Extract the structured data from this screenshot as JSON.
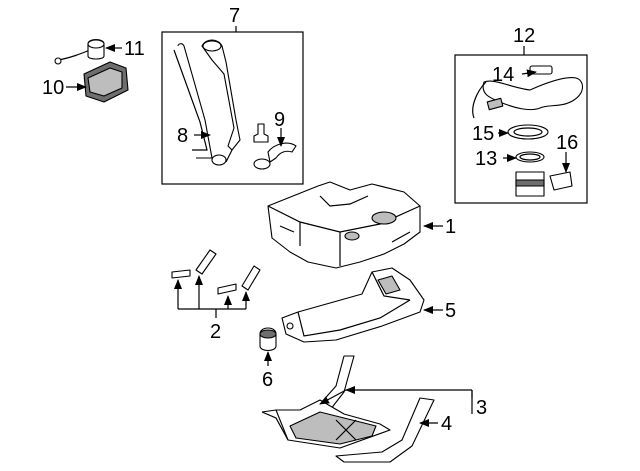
{
  "callouts": [
    {
      "id": "1",
      "label": "1"
    },
    {
      "id": "2",
      "label": "2"
    },
    {
      "id": "3",
      "label": "3"
    },
    {
      "id": "4",
      "label": "4"
    },
    {
      "id": "5",
      "label": "5"
    },
    {
      "id": "6",
      "label": "6"
    },
    {
      "id": "7",
      "label": "7"
    },
    {
      "id": "8",
      "label": "8"
    },
    {
      "id": "9",
      "label": "9"
    },
    {
      "id": "10",
      "label": "10"
    },
    {
      "id": "11",
      "label": "11"
    },
    {
      "id": "12",
      "label": "12"
    },
    {
      "id": "13",
      "label": "13"
    },
    {
      "id": "14",
      "label": "14"
    },
    {
      "id": "15",
      "label": "15"
    },
    {
      "id": "16",
      "label": "16"
    }
  ],
  "colors": {
    "line": "#000000",
    "background": "#ffffff",
    "shade": "#bdbdbd"
  }
}
